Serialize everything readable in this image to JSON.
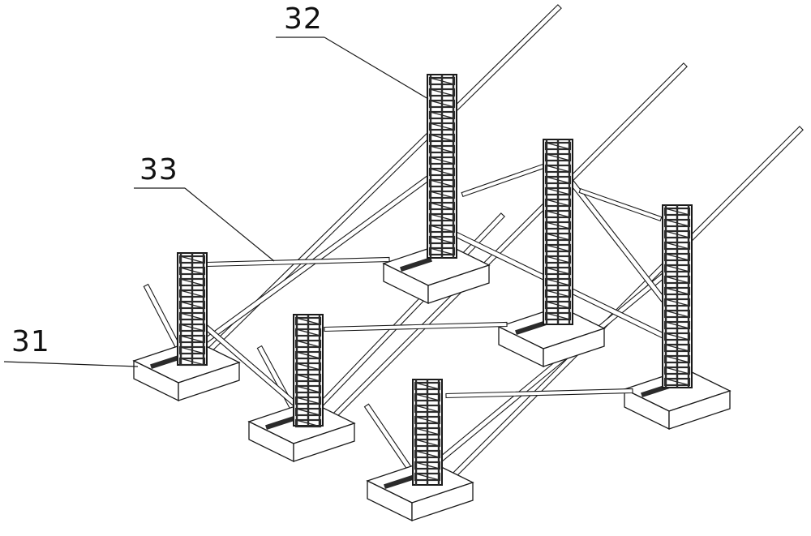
{
  "labels": {
    "foundation": "31",
    "column": "32",
    "tie_bar": "33"
  },
  "colors": {
    "line": "#1a1a1a",
    "fill": "#ffffff",
    "cage_dark": "#2b2b2b"
  }
}
